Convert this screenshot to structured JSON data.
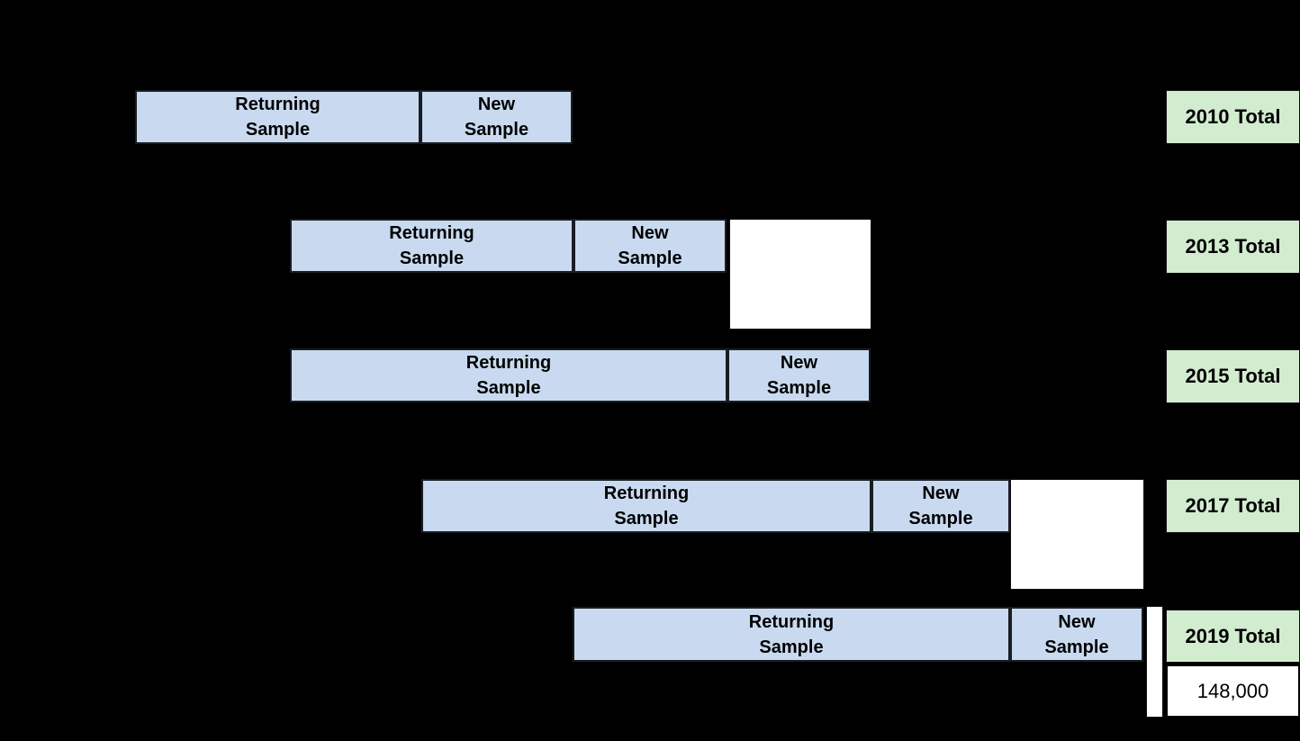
{
  "diagram_type": "longitudinal-sample-design",
  "colors": {
    "background": "#000000",
    "sample_bar_fill": "#c9daf0",
    "total_box_fill": "#d2ecd0",
    "attrition_box_fill": "#ffffff",
    "text": "#000000"
  },
  "rows": [
    {
      "year": "2010",
      "returning_label": "Returning Sample",
      "new_label": "New Sample",
      "total_label": "2010 Total",
      "has_attrition_box": false
    },
    {
      "year": "2013",
      "returning_label": "Returning Sample",
      "new_label": "New Sample",
      "total_label": "2013 Total",
      "has_attrition_box": true
    },
    {
      "year": "2015",
      "returning_label": "Returning Sample",
      "new_label": "New Sample",
      "total_label": "2015 Total",
      "has_attrition_box": false
    },
    {
      "year": "2017",
      "returning_label": "Returning Sample",
      "new_label": "New Sample",
      "total_label": "2017 Total",
      "has_attrition_box": true
    },
    {
      "year": "2019",
      "returning_label": "Returning Sample",
      "new_label": "New Sample",
      "total_label": "2019 Total",
      "has_attrition_box": false,
      "has_side_strip": true
    }
  ],
  "grand_total": {
    "value": "148,000",
    "belongs_to_year": "2019"
  }
}
